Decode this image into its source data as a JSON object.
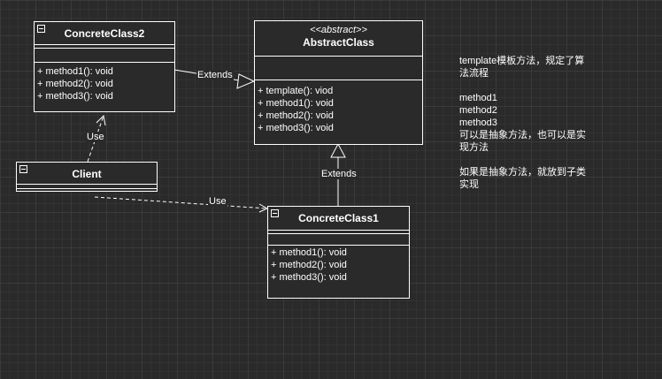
{
  "abstract_class": {
    "stereotype": "<<abstract>>",
    "name": "AbstractClass",
    "operations": [
      "+ template(): viod",
      "+ method1(): void",
      "+ method2(): void",
      "+ method3(): void"
    ]
  },
  "concrete_class2": {
    "name": "ConcreteClass2",
    "operations": [
      "+ method1(): void",
      "+ method2(): void",
      "+ method3(): void"
    ]
  },
  "concrete_class1": {
    "name": "ConcreteClass1",
    "operations": [
      "+ method1(): void",
      "+ method2(): void",
      "+ method3(): void"
    ]
  },
  "client": {
    "name": "Client"
  },
  "edges": {
    "c2_extends": "Extends",
    "c1_extends": "Extends",
    "client_use_c2": "Use",
    "client_use_c1": "Use"
  },
  "note": {
    "lines": [
      "template模板方法，规定了算",
      "法流程",
      "",
      "method1",
      "method2",
      "method3",
      "可以是抽象方法，也可以是实",
      "现方法",
      "",
      "如果是抽象方法，就放到子类",
      "实现"
    ]
  },
  "colors": {
    "background": "#2a2a2a",
    "grid": "#3a3a3a",
    "line": "#ffffff"
  }
}
